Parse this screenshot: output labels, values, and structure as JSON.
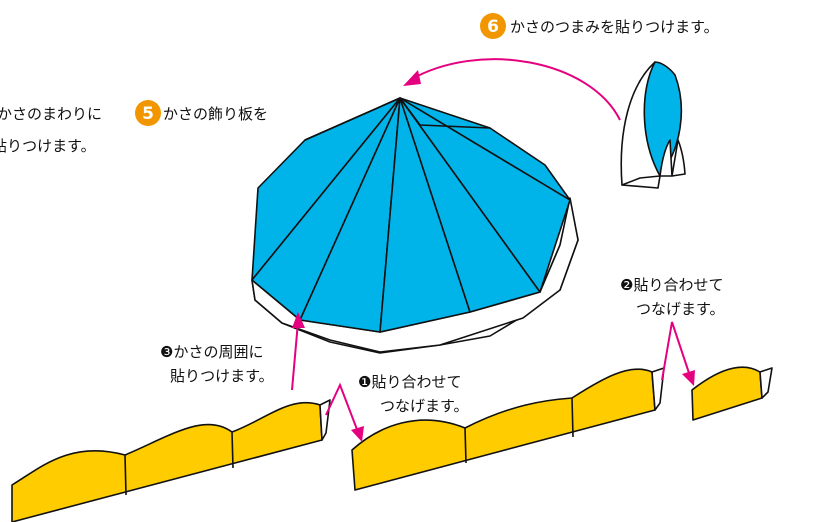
{
  "colors": {
    "umbrella_blue": "#00b4ea",
    "strip_yellow": "#ffcc00",
    "arrow_magenta": "#e4007f",
    "badge_orange": "#f29600",
    "outline": "#111111"
  },
  "step6": {
    "badge": "6",
    "text": "かさのつまみを貼りつけます。"
  },
  "step5": {
    "line1_prefix": "かさのまわりに",
    "badge": "5",
    "line1_suffix": " かさの飾り板を",
    "line2": "貼りつけます。"
  },
  "sub3": {
    "marker": "❸",
    "line1": "かさの周囲に",
    "line2": "貼りつけます。"
  },
  "sub1": {
    "marker": "❶",
    "line1": "貼り合わせて",
    "line2": "つなげます。"
  },
  "sub2": {
    "marker": "❷",
    "line1": "貼り合わせて",
    "line2": "つなげます。"
  }
}
